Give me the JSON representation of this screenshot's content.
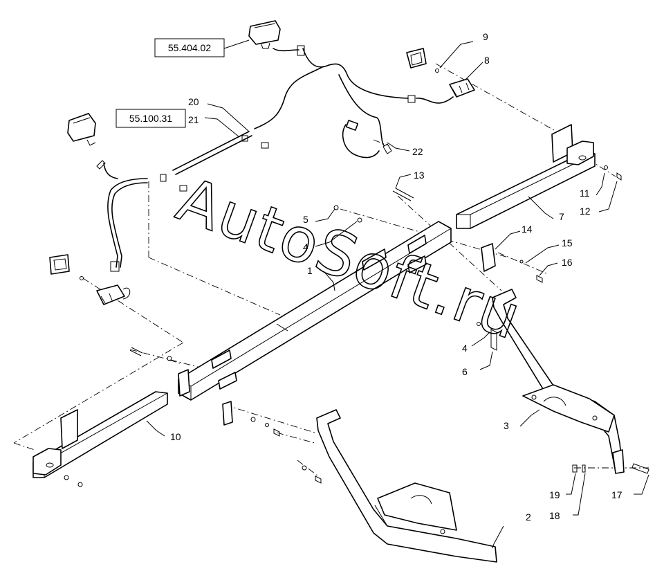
{
  "references": [
    {
      "id": "ref-lamp-top",
      "text": "55.404.02"
    },
    {
      "id": "ref-harness",
      "text": "55.100.31"
    }
  ],
  "callouts": [
    {
      "id": "c1",
      "text": "1"
    },
    {
      "id": "c2",
      "text": "2"
    },
    {
      "id": "c3",
      "text": "3"
    },
    {
      "id": "c4a",
      "text": "4"
    },
    {
      "id": "c4b",
      "text": "4"
    },
    {
      "id": "c5",
      "text": "5"
    },
    {
      "id": "c6",
      "text": "6"
    },
    {
      "id": "c7",
      "text": "7"
    },
    {
      "id": "c8",
      "text": "8"
    },
    {
      "id": "c9",
      "text": "9"
    },
    {
      "id": "c10",
      "text": "10"
    },
    {
      "id": "c11",
      "text": "11"
    },
    {
      "id": "c12",
      "text": "12"
    },
    {
      "id": "c13",
      "text": "13"
    },
    {
      "id": "c14",
      "text": "14"
    },
    {
      "id": "c15",
      "text": "15"
    },
    {
      "id": "c16",
      "text": "16"
    },
    {
      "id": "c17",
      "text": "17"
    },
    {
      "id": "c18",
      "text": "18"
    },
    {
      "id": "c19",
      "text": "19"
    },
    {
      "id": "c20",
      "text": "20"
    },
    {
      "id": "c21",
      "text": "21"
    },
    {
      "id": "c22",
      "text": "22"
    }
  ],
  "watermark": "AutoSoft.ru"
}
